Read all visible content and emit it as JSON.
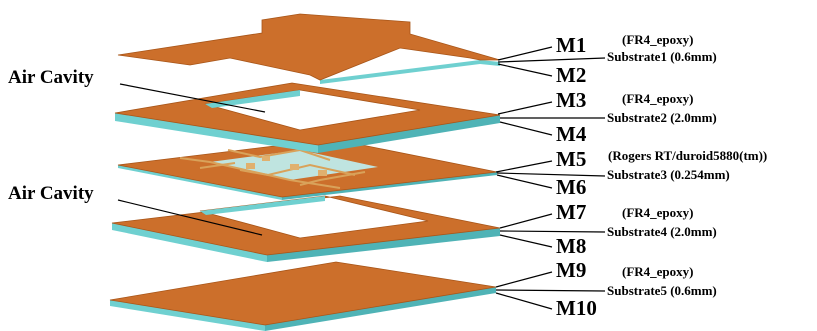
{
  "colors": {
    "copper": "#cc6f2b",
    "copper_edge": "#a85518",
    "substrate_side": "#6fd0d0",
    "substrate_side_dark": "#4fb3b6",
    "leader": "#000000",
    "background": "#ffffff"
  },
  "layer_labels": {
    "m1": "M1",
    "m2": "M2",
    "m3": "M3",
    "m4": "M4",
    "m5": "M5",
    "m6": "M6",
    "m7": "M7",
    "m8": "M8",
    "m9": "M9",
    "m10": "M10"
  },
  "materials": {
    "mat1": "(FR4_epoxy)",
    "mat2": "(FR4_epoxy)",
    "mat3": "(Rogers RT/duroid5880(tm))",
    "mat4": "(FR4_epoxy)",
    "mat5": "(FR4_epoxy)"
  },
  "substrates": {
    "sub1": "Substrate1 (0.6mm)",
    "sub2": "Substrate2 (2.0mm)",
    "sub3": "Substrate3 (0.254mm)",
    "sub4": "Substrate4 (2.0mm)",
    "sub5": "Substrate5 (0.6mm)"
  },
  "cavity_labels": {
    "upper": "Air Cavity",
    "lower": "Air Cavity"
  }
}
